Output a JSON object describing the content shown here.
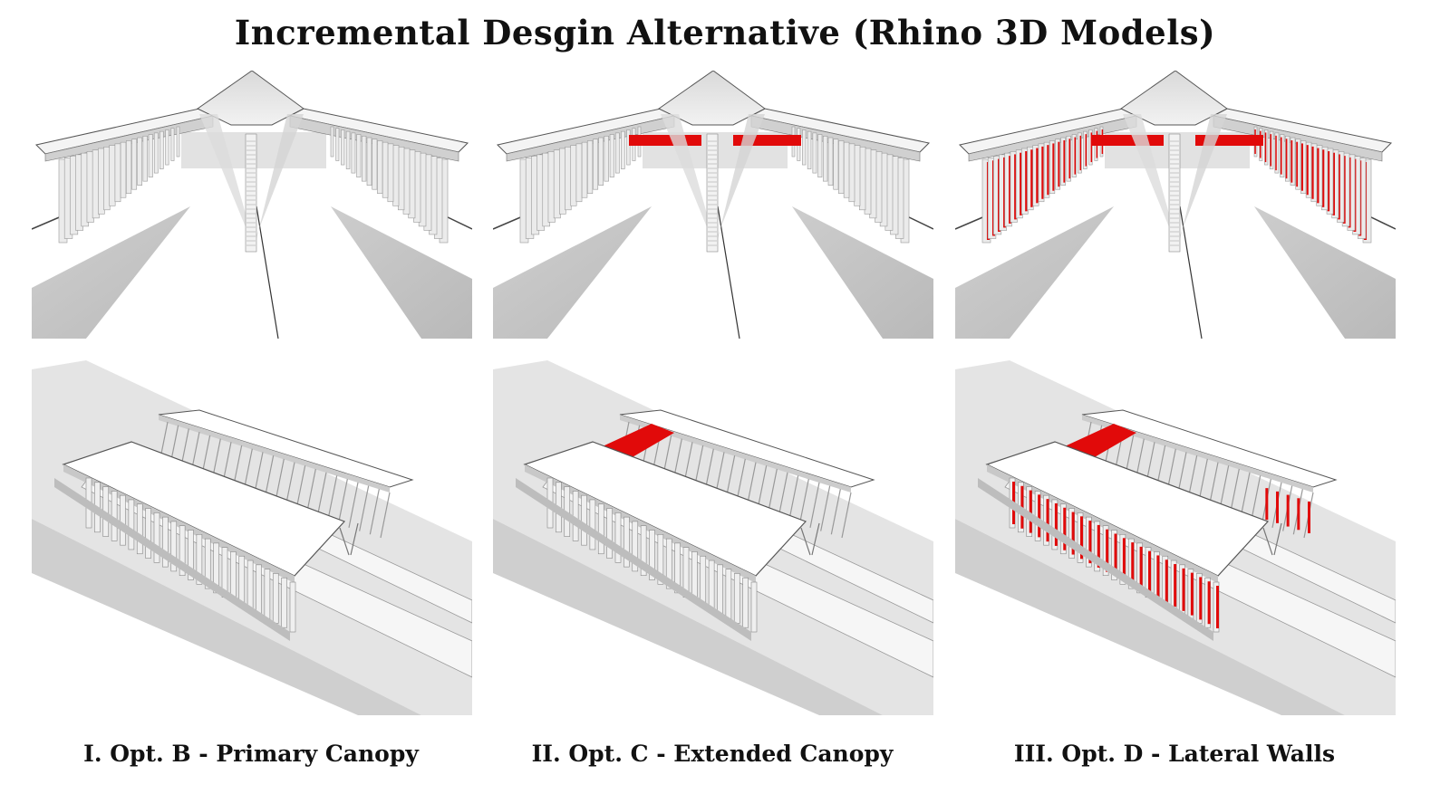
{
  "title": "Incremental Desgin Alternative (Rhino 3D Models)",
  "colors": {
    "accent_red": "#e10a0a",
    "surface_gray": "#d7d7d7",
    "line": "#555555"
  },
  "panels": [
    {
      "caption": "I. Opt. B - Primary Canopy",
      "highlight": "none"
    },
    {
      "caption": "II. Opt. C - Extended Canopy",
      "highlight": "canopy"
    },
    {
      "caption": "III. Opt. D - Lateral Walls",
      "highlight": "canopy+walls"
    }
  ]
}
